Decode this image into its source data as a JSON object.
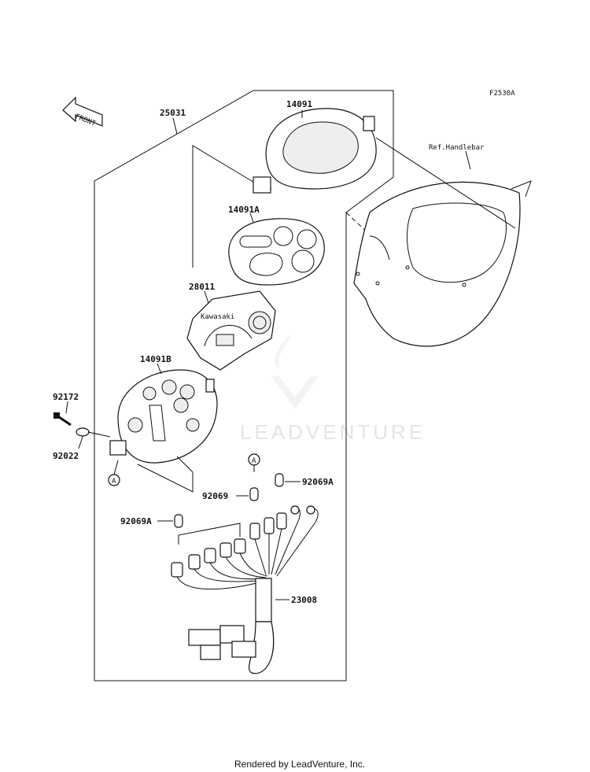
{
  "diagram": {
    "code": "F2530A",
    "front_label": "FRONT",
    "ref_label": "Ref.Handlebar",
    "watermark": "LEADVENTURE",
    "footer": "Rendered by LeadVenture, Inc.",
    "callout_a": "A",
    "parts": {
      "p25031": "25031",
      "p14091": "14091",
      "p14091a": "14091A",
      "p28011": "28011",
      "p14091b": "14091B",
      "p92172": "92172",
      "p92022": "92022",
      "p92069": "92069",
      "p92069a_right": "92069A",
      "p92069a_left": "92069A",
      "p23008": "23008"
    },
    "gauge_brand": "Kawasaki"
  }
}
